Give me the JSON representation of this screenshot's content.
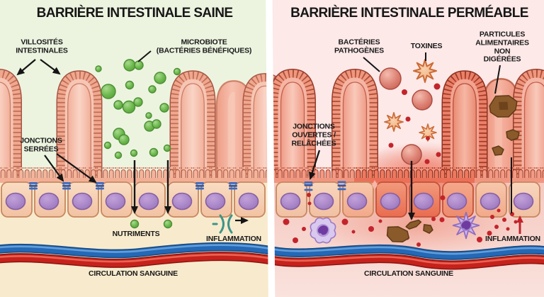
{
  "left_panel": {
    "title": "BARRIÈRE INTESTINALE SAINE",
    "labels": {
      "villosites": "VILLOSITÉS\nINTESTINALES",
      "microbiote": "MICROBIOTE\n(BACTÉRIES BÉNÉFIQUES)",
      "jonctions": "JONCTIONS\nSERRÉES",
      "nutriments": "NUTRIMENTS",
      "inflammation": "INFLAMMATION",
      "circulation": "CIRCULATION SANGUINE"
    }
  },
  "right_panel": {
    "title": "BARRIÈRE INTESTINALE PERMÉABLE",
    "labels": {
      "bacteries": "BACTÉRIES\nPATHOGÈNES",
      "toxines": "TOXINES",
      "particules": "PARTICULES\nALIMENTAIRES\nNON DIGÉRÉES",
      "jonctions": "JONCTIONS\nOUVERTES /\nRELÂCHÉES",
      "inflammation": "INFLAMMATION",
      "circulation": "CIRCULATION SANGUINE"
    }
  },
  "colors": {
    "left_bg_top": "#ecf4e0",
    "left_bg_bottom": "#f8ebcd",
    "right_bg_top": "#fce9e8",
    "right_bg_bottom": "#f5cfc7",
    "microbiota_green": "#6cb84d",
    "pathogen_red": "#d97b6e",
    "toxin_orange": "#f0b289",
    "particle_brown": "#8a5a2c",
    "junction_blue": "#3a69c0",
    "vessel_blue": "#2468b6",
    "vessel_red": "#c6221c",
    "inflammation_ok": "#3d9488",
    "inflammation_alert": "#c3242b",
    "text": "#191919"
  }
}
